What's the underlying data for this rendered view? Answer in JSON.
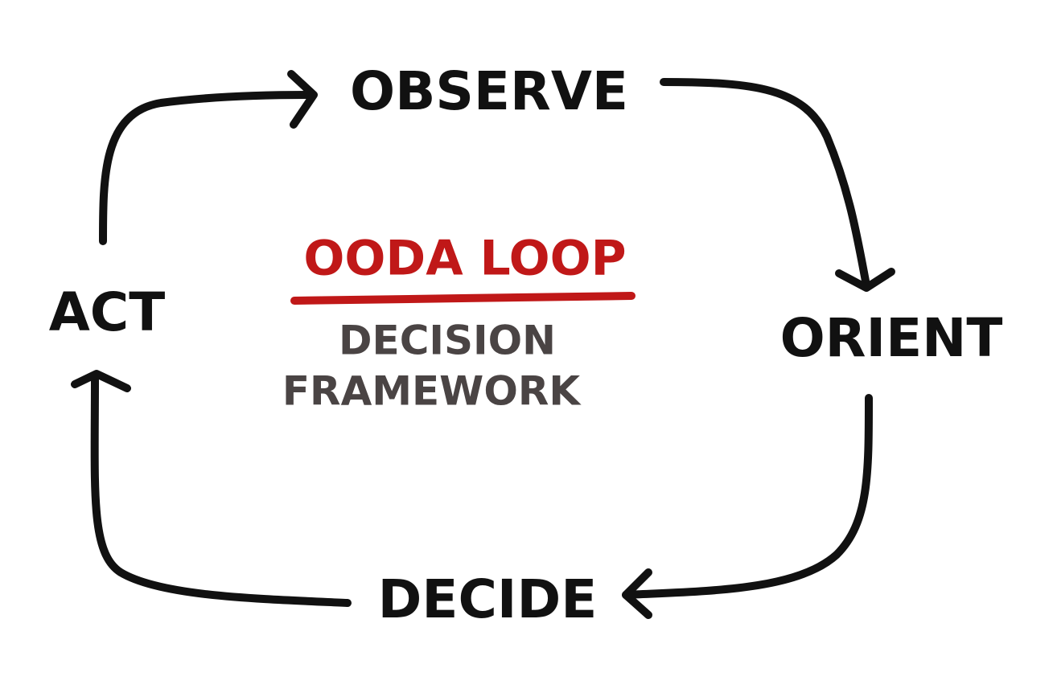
{
  "title": "OODA LOOP",
  "subtitle_lines": [
    "DECISION",
    "FRAMEWORK"
  ],
  "steps": {
    "observe": "OBSERVE",
    "orient": "ORIENT",
    "decide": "DECIDE",
    "act": "ACT"
  },
  "colors": {
    "ink": "#111111",
    "title": "#c01818",
    "subtitle": "#4a4444",
    "background": "#ffffff"
  }
}
